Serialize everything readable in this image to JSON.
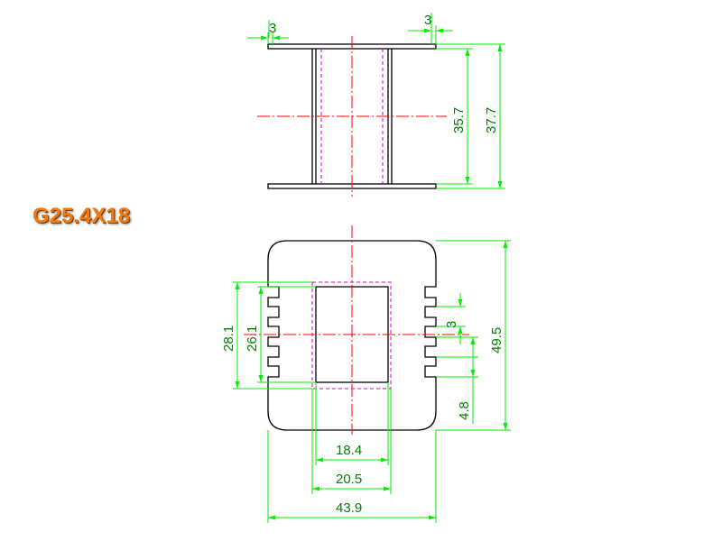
{
  "title": "G25.4X18",
  "dimensions": {
    "flange_thickness_left": "3",
    "flange_thickness_right": "3",
    "inner_height": "35.7",
    "outer_height": "37.7",
    "flange_height": "49.5",
    "window_outer": "28.1",
    "window_inner": "26.1",
    "slot_width": "3",
    "slot_spacing": "4.8",
    "core_width": "18.4",
    "core_outer_width": "20.5",
    "flange_width": "43.9"
  },
  "colors": {
    "object": "#000000",
    "dimension": "#00ee00",
    "center_line": "#ff0000",
    "hidden_line": "#cc00cc",
    "title": "#f07a10"
  }
}
